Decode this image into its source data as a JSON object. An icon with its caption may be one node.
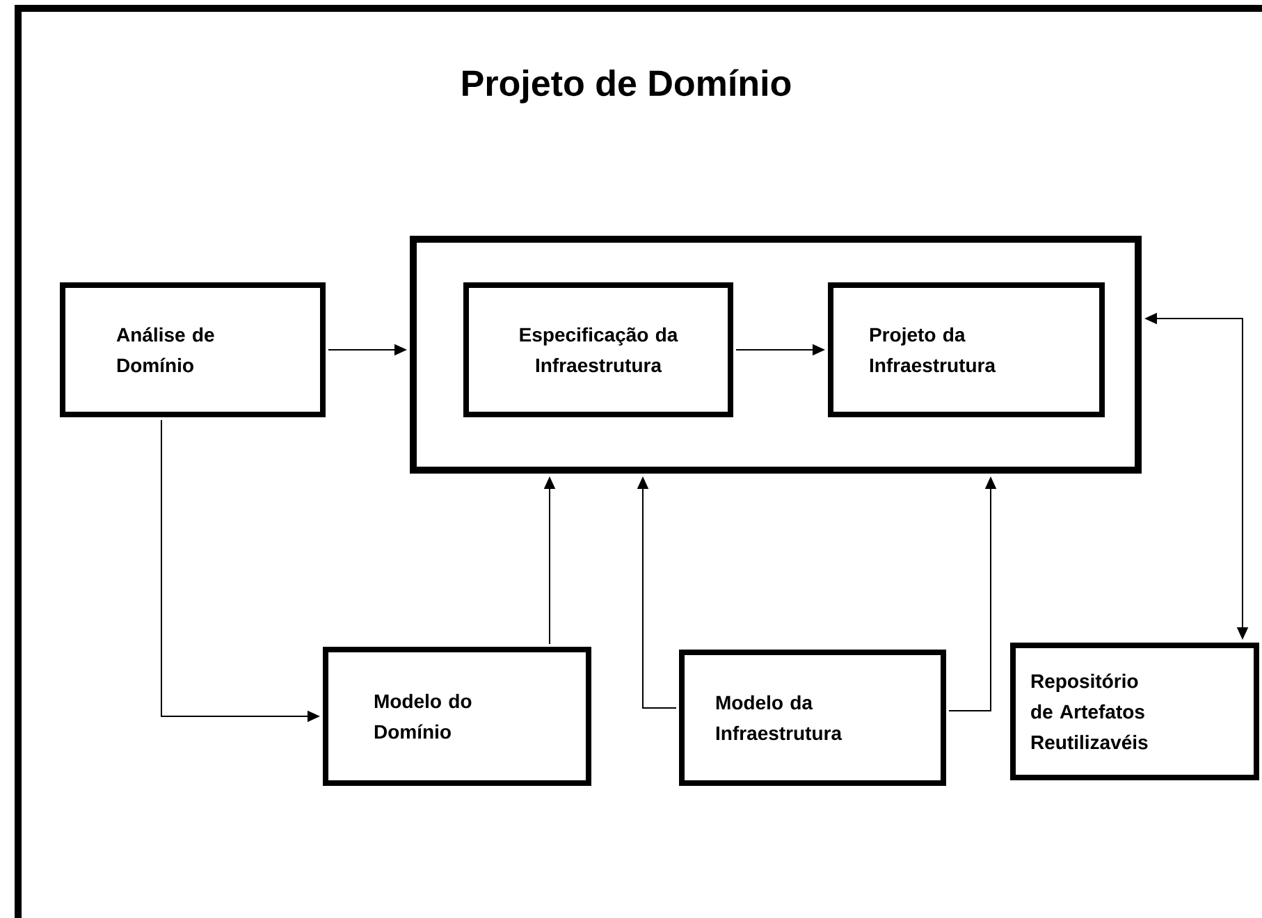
{
  "diagram": {
    "title": "Projeto de Domínio",
    "nodes": [
      {
        "text": [
          "Análise de Domínio"
        ]
      },
      {
        "text": [],
        "shape": "box"
      },
      {
        "text": [
          "Especificação da Infraestrutura"
        ],
        "in": 1
      },
      {
        "text": [
          "Projeto da Infraestrutura"
        ],
        "in": 1
      },
      {
        "text": [
          "Modelo do Domínio"
        ]
      },
      {
        "text": [
          "Modelo da Infraestrutura"
        ]
      },
      {
        "text": [
          "Repositório de Artefatos Reutilizavéis"
        ]
      }
    ],
    "edges": [
      {
        "from": 0,
        "to": 1,
        "arrow": "to"
      },
      {
        "from": 2,
        "to": 3,
        "arrow": "to"
      },
      {
        "from": 0,
        "to": 4,
        "arrow": "to"
      },
      {
        "from": 4,
        "to": 1,
        "arrow": "to"
      },
      {
        "from": 5,
        "to": 1,
        "arrow": "to"
      },
      {
        "from": 5,
        "to": 1,
        "arrow": "to"
      },
      {
        "from": 1,
        "to": 6,
        "arrow": "both"
      }
    ]
  }
}
